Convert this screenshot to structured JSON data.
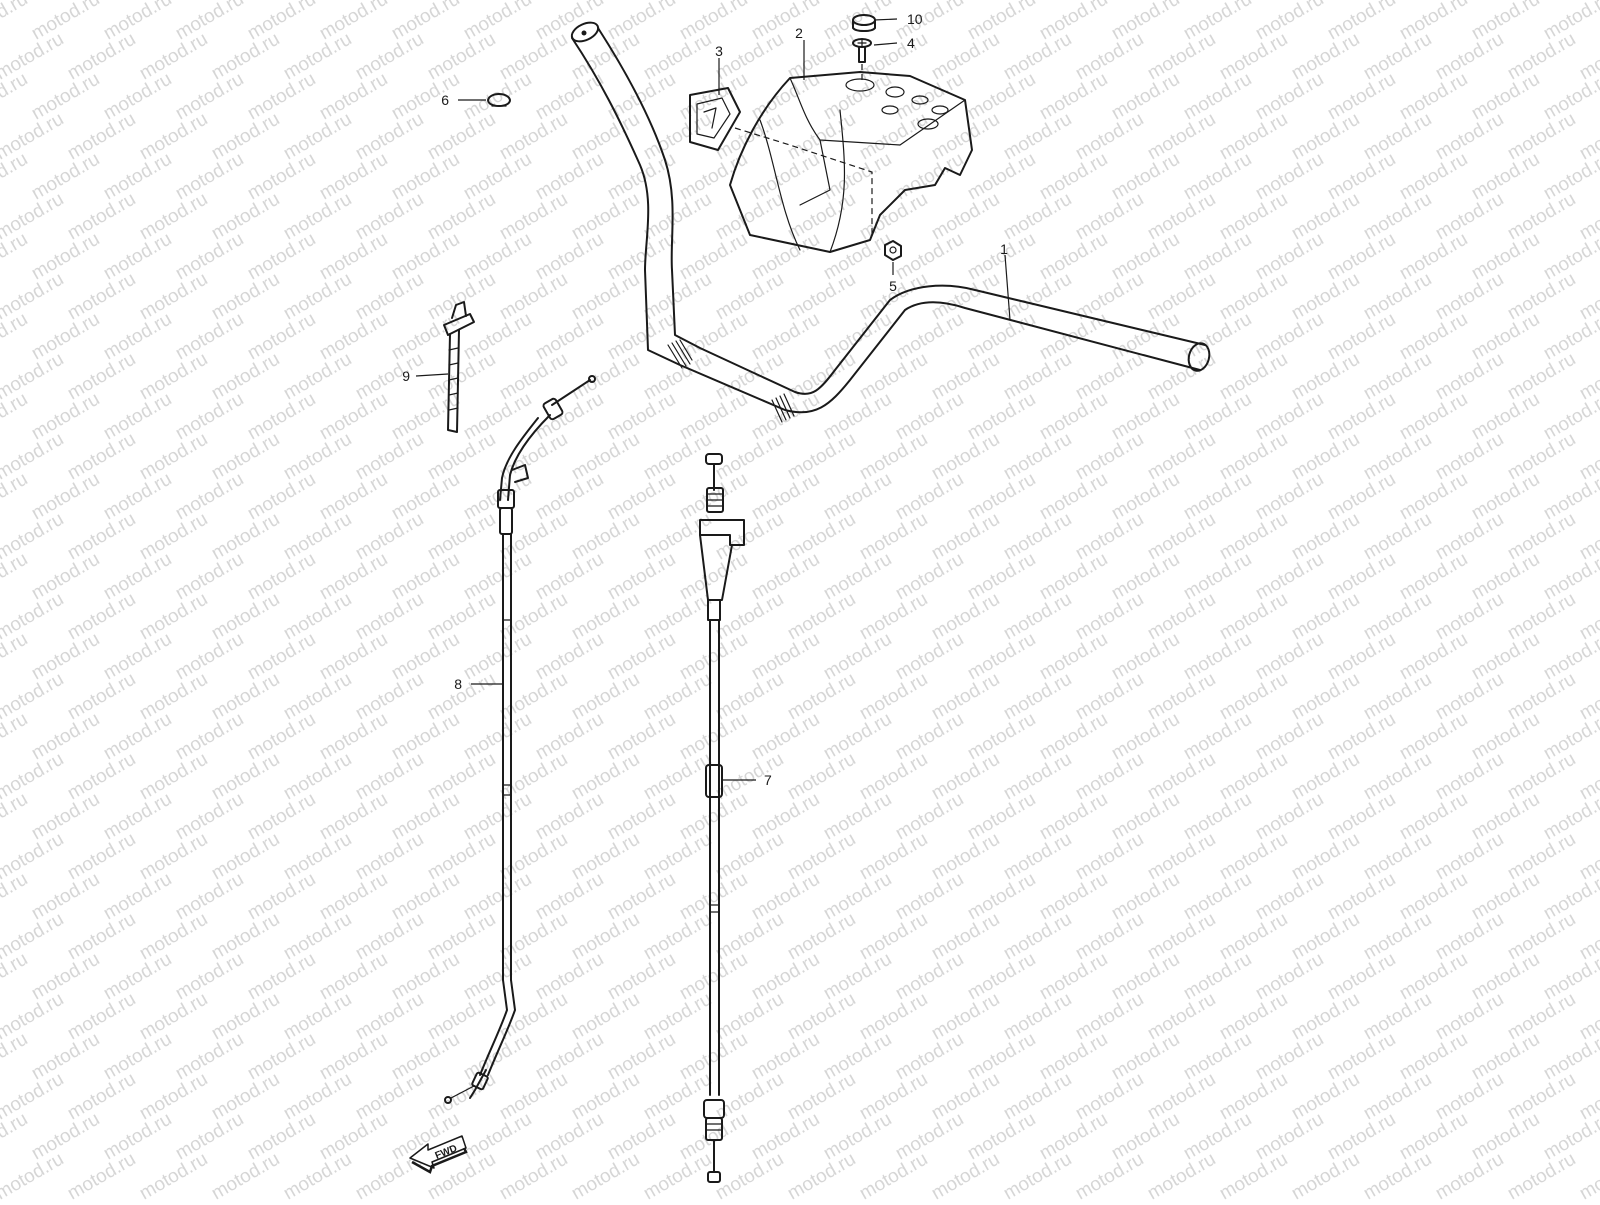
{
  "watermark": {
    "text": "motod.ru"
  },
  "callouts": [
    {
      "id": "1",
      "label": "1",
      "part": "handlebar"
    },
    {
      "id": "2",
      "label": "2",
      "part": "handlebar-cover"
    },
    {
      "id": "3",
      "label": "3",
      "part": "emblem"
    },
    {
      "id": "4",
      "label": "4",
      "part": "screw"
    },
    {
      "id": "5",
      "label": "5",
      "part": "nut"
    },
    {
      "id": "6",
      "label": "6",
      "part": "plug"
    },
    {
      "id": "7",
      "label": "7",
      "part": "throttle-cable"
    },
    {
      "id": "8",
      "label": "8",
      "part": "brake-cable"
    },
    {
      "id": "9",
      "label": "9",
      "part": "cable-tie"
    },
    {
      "id": "10",
      "label": "10",
      "part": "cap"
    }
  ],
  "direction_marker": {
    "text": "FWD"
  },
  "colors": {
    "ink": "#1a1a1a",
    "watermark": "#d6d6d6",
    "background": "#ffffff"
  }
}
